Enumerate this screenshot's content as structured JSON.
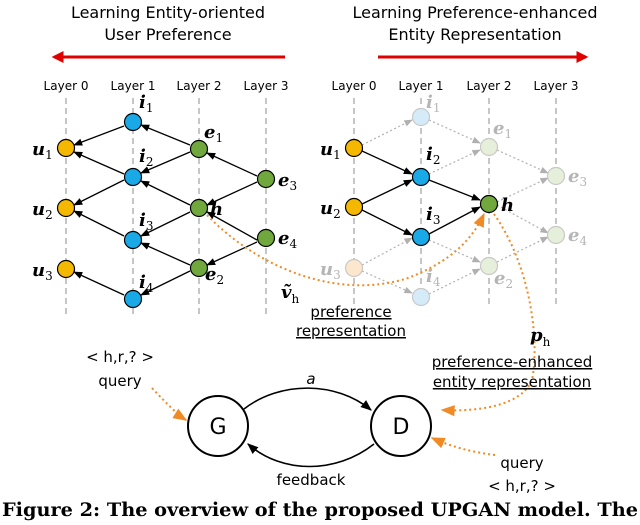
{
  "left_panel": {
    "title_line1": "Learning Entity-oriented",
    "title_line2": "User Preference",
    "layers": [
      "Layer 0",
      "Layer 1",
      "Layer 2",
      "Layer 3"
    ],
    "nodes": {
      "u1": {
        "base": "u",
        "sub": "1"
      },
      "u2": {
        "base": "u",
        "sub": "2"
      },
      "u3": {
        "base": "u",
        "sub": "3"
      },
      "i1": {
        "base": "i",
        "sub": "1"
      },
      "i2": {
        "base": "i",
        "sub": "2"
      },
      "i3": {
        "base": "i",
        "sub": "3"
      },
      "i4": {
        "base": "i",
        "sub": "4"
      },
      "e1": {
        "base": "e",
        "sub": "1"
      },
      "e2": {
        "base": "e",
        "sub": "2"
      },
      "e3": {
        "base": "e",
        "sub": "3"
      },
      "e4": {
        "base": "e",
        "sub": "4"
      },
      "h": {
        "base": "h",
        "sub": ""
      }
    }
  },
  "right_panel": {
    "title_line1": "Learning Preference-enhanced",
    "title_line2": "Entity Representation",
    "layers": [
      "Layer 0",
      "Layer 1",
      "Layer 2",
      "Layer 3"
    ]
  },
  "annotations": {
    "v_h": {
      "base": "ṽ",
      "sub": "h"
    },
    "preference_line1": "preference",
    "preference_line2": "representation",
    "p_h": {
      "base": "p",
      "sub": "h"
    },
    "pe_line1": "preference-enhanced",
    "pe_line2": "entity representation",
    "query_left_formula": "< h,r,? >",
    "query_left_label": "query",
    "query_right_label": "query",
    "query_right_formula": "< h,r,? >",
    "edge_a": "a",
    "feedback": "feedback"
  },
  "gan": {
    "generator": "G",
    "discriminator": "D"
  },
  "caption": "Figure 2: The overview of the proposed UPGAN model. The",
  "colors": {
    "user": "#f5b800",
    "item": "#19a9e6",
    "entity": "#70a83d",
    "user_faded": "#fce7cc",
    "item_faded": "#d5ecf8",
    "entity_faded": "#e5efd9",
    "title_arrow": "#e00000",
    "dotted_arrow": "#f08a24",
    "layer_line": "#a0a0a0"
  }
}
